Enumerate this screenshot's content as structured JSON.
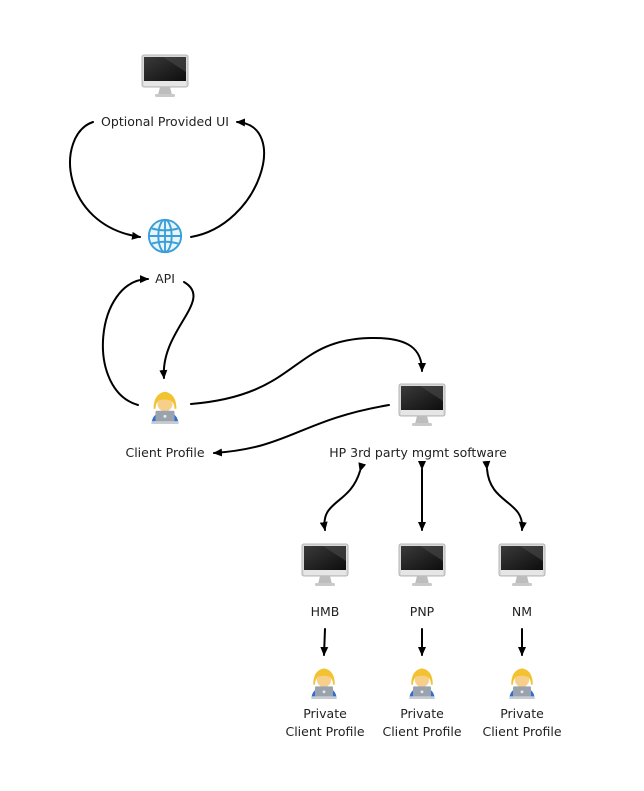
{
  "nodes": {
    "ui": {
      "label": "Optional Provided UI",
      "icon": "monitor-icon"
    },
    "api": {
      "label": "API",
      "icon": "globe-icon"
    },
    "client": {
      "label": "Client Profile",
      "icon": "person-laptop-icon"
    },
    "hp": {
      "label": "HP 3rd party mgmt software",
      "icon": "monitor-icon"
    },
    "hmb": {
      "label": "HMB",
      "icon": "monitor-icon"
    },
    "pnp": {
      "label": "PNP",
      "icon": "monitor-icon"
    },
    "nm": {
      "label": "NM",
      "icon": "monitor-icon"
    },
    "private1": {
      "line1": "Private",
      "line2": "Client Profile",
      "icon": "person-laptop-icon"
    },
    "private2": {
      "line1": "Private",
      "line2": "Client Profile",
      "icon": "person-laptop-icon"
    },
    "private3": {
      "line1": "Private",
      "line2": "Client Profile",
      "icon": "person-laptop-icon"
    }
  },
  "colors": {
    "edge": "#000000",
    "text": "#222222",
    "globe": "#3a9fd8",
    "hair": "#f2c230",
    "shirt": "#2f6fd3"
  }
}
